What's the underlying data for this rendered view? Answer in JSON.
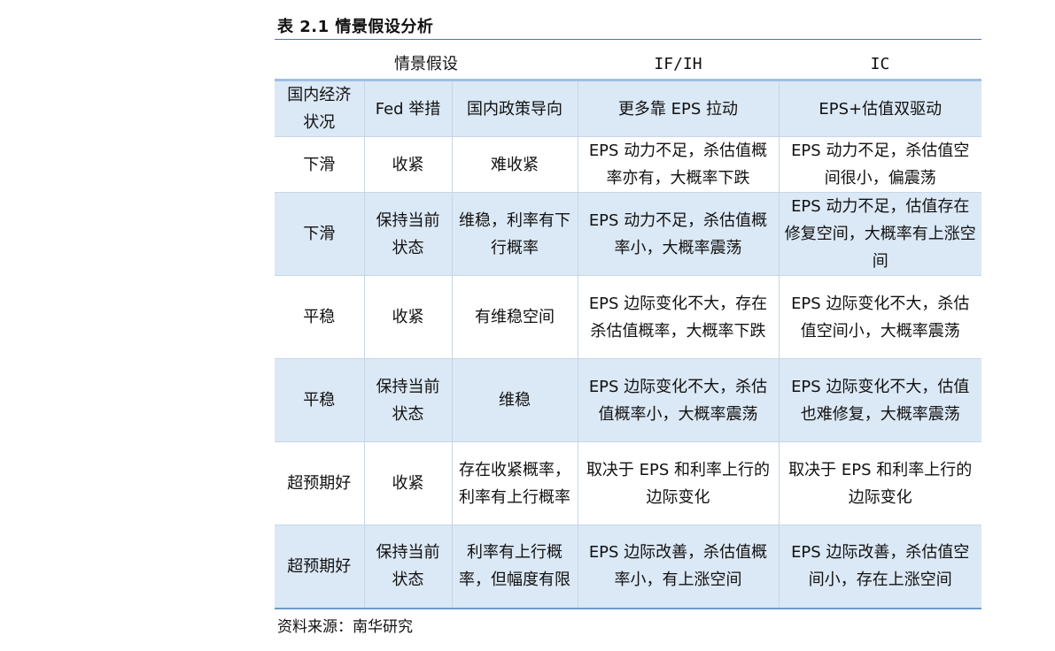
{
  "table_title": "表 2.1 情景假设分析",
  "group_header": {
    "scenario": "情景假设",
    "ifih": "IF/IH",
    "ic": "IC"
  },
  "columns": [
    "国内经济状况",
    "Fed 举措",
    "国内政策导向",
    "更多靠 EPS 拉动",
    "EPS+估值双驱动"
  ],
  "rows": [
    {
      "economy": "下滑",
      "fed": "收紧",
      "policy": "难收紧",
      "ifih": "EPS 动力不足，杀估值概率亦有，大概率下跌",
      "ic": "EPS 动力不足，杀估值空间很小，偏震荡"
    },
    {
      "economy": "下滑",
      "fed": "保持当前状态",
      "policy": "维稳，利率有下行概率",
      "ifih": "EPS 动力不足，杀估值概率小，大概率震荡",
      "ic": "EPS 动力不足，估值存在修复空间，大概率有上涨空间"
    },
    {
      "economy": "平稳",
      "fed": "收紧",
      "policy": "有维稳空间",
      "ifih": "EPS 边际变化不大，存在杀估值概率，大概率下跌",
      "ic": "EPS 边际变化不大，杀估值空间小，大概率震荡"
    },
    {
      "economy": "平稳",
      "fed": "保持当前状态",
      "policy": "维稳",
      "ifih": "EPS 边际变化不大，杀估值概率小，大概率震荡",
      "ic": "EPS 边际变化不大，估值也难修复，大概率震荡"
    },
    {
      "economy": "超预期好",
      "fed": "收紧",
      "policy": "存在收紧概率，利率有上行概率",
      "ifih": "取决于 EPS 和利率上行的边际变化",
      "ic": "取决于 EPS 和利率上行的边际变化"
    },
    {
      "economy": "超预期好",
      "fed": "保持当前状态",
      "policy": "利率有上行概率，但幅度有限",
      "ifih": "EPS 边际改善，杀估值概率小，有上涨空间",
      "ic": "EPS 边际改善，杀估值空间小，存在上涨空间"
    }
  ],
  "source": "资料来源：南华研究",
  "colors": {
    "header_fill": "#dbe8f5",
    "rule": "#4a78ad",
    "accent_border": "#9ec0e2"
  }
}
